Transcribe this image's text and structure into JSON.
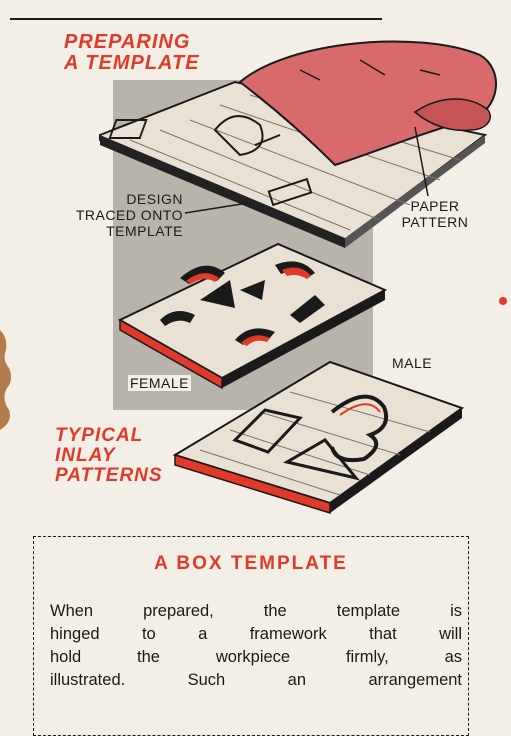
{
  "headings": {
    "preparing": [
      "PREPARING",
      "A TEMPLATE"
    ],
    "typical": [
      "TYPICAL",
      "INLAY",
      "PATTERNS"
    ]
  },
  "labels": {
    "design": [
      "DESIGN",
      "TRACED ONTO",
      "TEMPLATE"
    ],
    "paper": [
      "PAPER",
      "PATTERN"
    ],
    "female": "FEMALE",
    "male": "MALE"
  },
  "box": {
    "title": "A BOX TEMPLATE",
    "lines": [
      "When prepared, the template is",
      "hinged to a framework that will",
      "hold the workpiece firmly, as",
      "illustrated. Such an arrangement"
    ]
  },
  "colors": {
    "accent": "#e23a2a",
    "paper_pattern": "#d86a6c",
    "shadow": "#b9b4ab"
  }
}
